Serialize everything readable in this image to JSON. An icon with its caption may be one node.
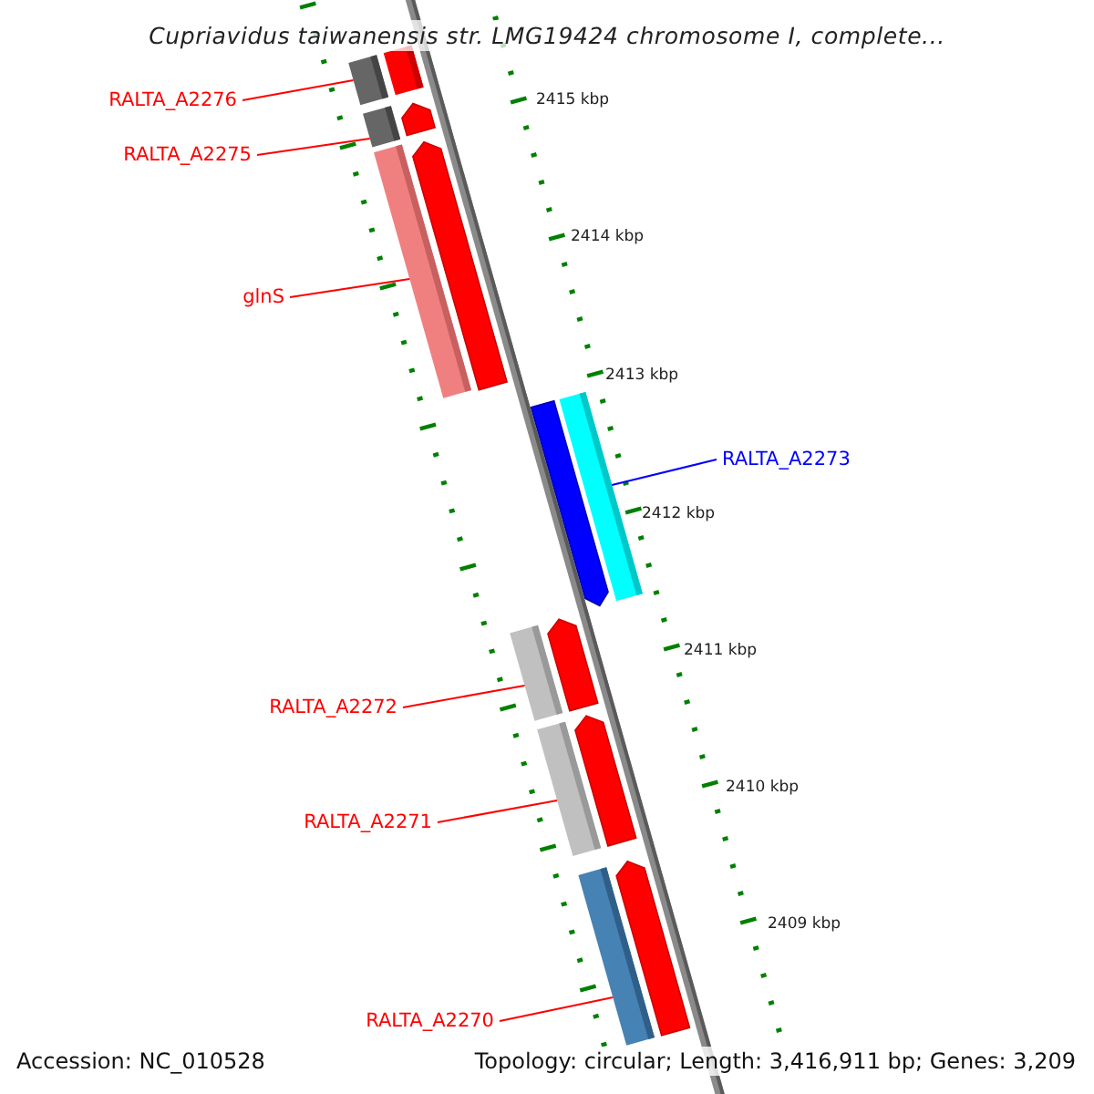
{
  "diagram": {
    "title": "Cupriavidus taiwanensis str. LMG19424 chromosome I, complete...",
    "nodes": [
      {
        "text": [
          "RALTA_A2276"
        ]
      },
      {
        "text": [],
        "shape": "bar"
      },
      {
        "text": [
          "RALTA_A2275"
        ]
      },
      {
        "text": [],
        "shape": "bar"
      },
      {
        "text": [
          "glnS"
        ]
      },
      {
        "text": [],
        "shape": "bar"
      },
      {
        "text": [
          "RALTA_A2273"
        ]
      },
      {
        "text": [],
        "shape": "bar"
      },
      {
        "text": [
          "RALTA_A2272"
        ]
      },
      {
        "text": [],
        "shape": "bar"
      },
      {
        "text": [
          "RALTA_A2271"
        ]
      },
      {
        "text": [],
        "shape": "bar"
      },
      {
        "text": [
          "RALTA_A2270"
        ]
      },
      {
        "text": [],
        "shape": "bar"
      },
      {
        "text": [],
        "shape": "bar"
      },
      {
        "text": [],
        "shape": "pentagon"
      },
      {
        "text": [],
        "shape": "pentagon"
      },
      {
        "text": [],
        "shape": "pentagon"
      },
      {
        "text": [],
        "shape": "pentagon"
      },
      {
        "text": [],
        "shape": "pentagon"
      },
      {
        "text": [],
        "shape": "pentagon"
      }
    ],
    "edges": [
      {
        "from": 0,
        "to": 1,
        "arrow": "none"
      },
      {
        "from": 2,
        "to": 3,
        "arrow": "none"
      },
      {
        "from": 4,
        "to": 5,
        "arrow": "none"
      },
      {
        "from": 6,
        "to": 7,
        "arrow": "none",
        "color": "#0000ff"
      },
      {
        "from": 8,
        "to": 9,
        "arrow": "none"
      },
      {
        "from": 10,
        "to": 11,
        "arrow": "none"
      },
      {
        "from": 12,
        "to": 13,
        "arrow": "none"
      }
    ],
    "labels": [
      "2415 kbp",
      "2414 kbp",
      "2413 kbp",
      "2412 kbp",
      "2411 kbp",
      "2410 kbp",
      "2409 kbp",
      "Accession: NC_010528",
      "Topology: circular; Length: 3,416,911 bp; Genes: 3,209"
    ]
  }
}
